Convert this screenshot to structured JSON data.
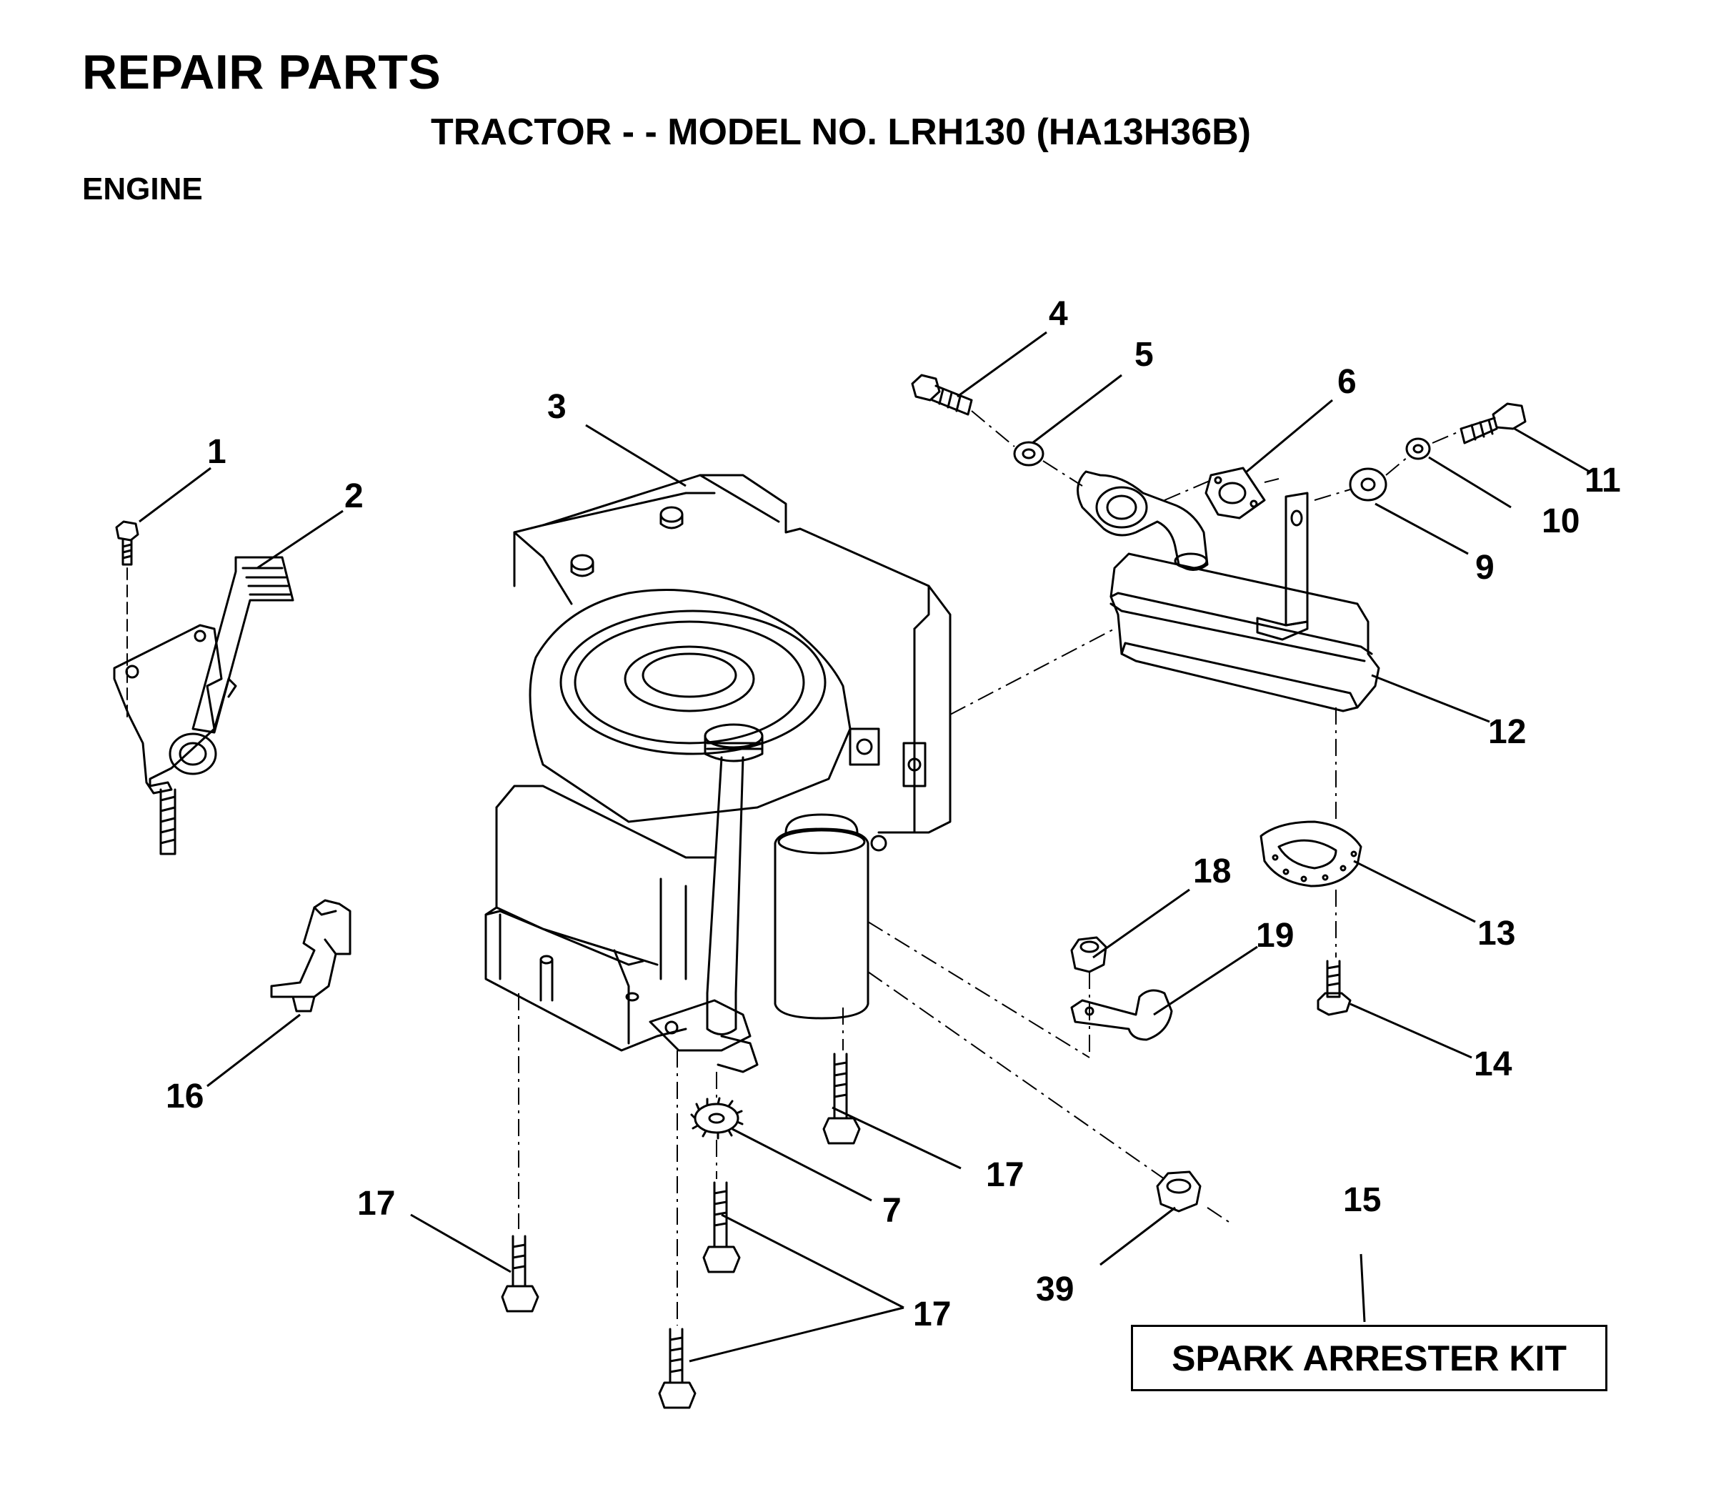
{
  "header": {
    "title": "REPAIR PARTS",
    "subtitle": "TRACTOR - - MODEL NO. LRH130 (HA13H36B)",
    "section": "ENGINE"
  },
  "callouts": [
    "1",
    "2",
    "3",
    "4",
    "5",
    "6",
    "7",
    "9",
    "10",
    "11",
    "12",
    "13",
    "14",
    "15",
    "16",
    "17",
    "18",
    "19",
    "39"
  ],
  "kit_label": "SPARK ARRESTER KIT"
}
